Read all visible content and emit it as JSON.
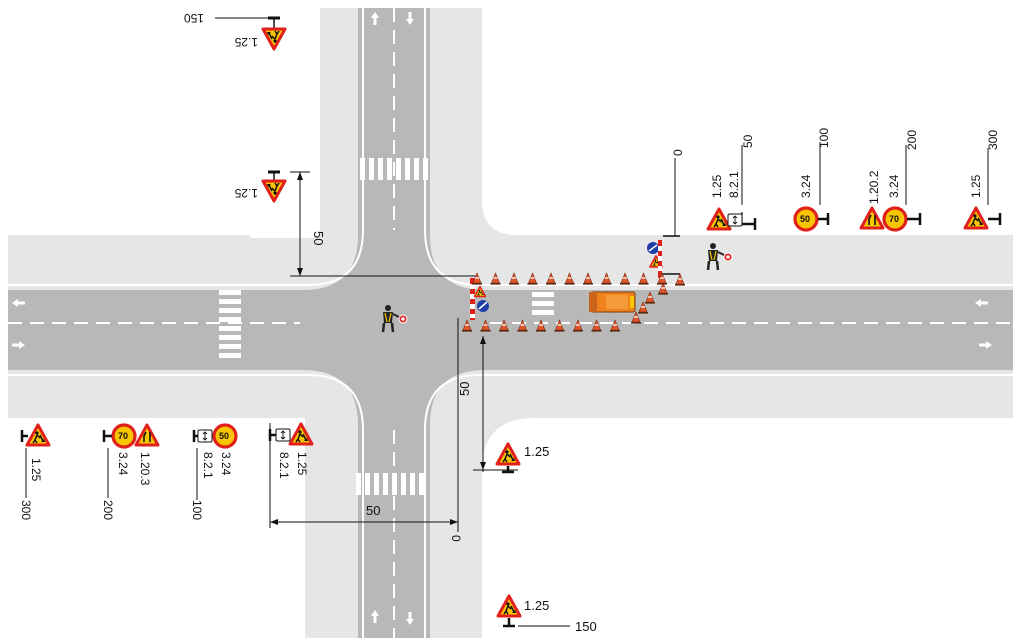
{
  "signs": {
    "top_left_far": {
      "code": "1.25",
      "distance": "150"
    },
    "top_left_near": {
      "code": "1.25"
    },
    "right_0": {
      "distance": "0"
    },
    "right_50": {
      "codes": [
        "1.25",
        "8.2.1"
      ],
      "distance": "50"
    },
    "right_100": {
      "codes": [
        "3.24"
      ],
      "distance": "100",
      "speed": "50"
    },
    "right_200": {
      "codes": [
        "1.20.2",
        "3.24"
      ],
      "distance": "200",
      "speed": "70"
    },
    "right_300": {
      "codes": [
        "1.25"
      ],
      "distance": "300"
    },
    "left_300": {
      "codes": [
        "1.25"
      ],
      "distance": "300"
    },
    "left_200": {
      "codes": [
        "1.20.3",
        "3.24"
      ],
      "distance": "200",
      "speed": "70"
    },
    "left_100": {
      "codes": [
        "3.24",
        "8.2.1"
      ],
      "distance": "100",
      "speed": "50"
    },
    "left_50": {
      "codes": [
        "1.25",
        "8.2.1"
      ]
    },
    "bottom_near": {
      "code": "1.25"
    },
    "bottom_far": {
      "code": "1.25",
      "distance": "150"
    }
  },
  "dimensions": {
    "upper_gap": "50",
    "lower_gap": "50",
    "left_gap": "50",
    "left_zero": "0"
  },
  "colors": {
    "road": "#b8b8b8",
    "sidewalk": "#e6e6e6",
    "marking": "#ffffff",
    "sign_red": "#e0201b",
    "sign_yellow": "#f7c600",
    "truck": "#f0821e",
    "cone": "#e2542a",
    "arrow_blue": "#1f3fa6"
  },
  "icons": [
    "triangle-warning-roadworks-sign",
    "speed-limit-sign",
    "road-narrows-sign",
    "traffic-cone",
    "worker-figure",
    "work-truck",
    "barrier",
    "direction-arrow-sign"
  ]
}
